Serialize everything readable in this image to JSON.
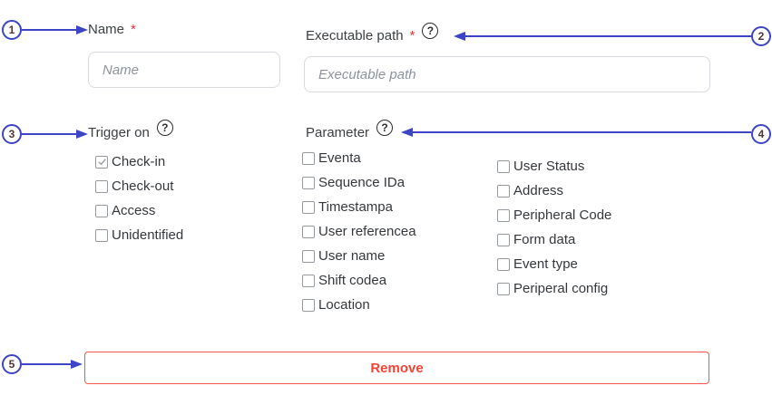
{
  "form": {
    "fields": [
      {
        "label": "Name",
        "required_marker": "*",
        "placeholder": "Name"
      },
      {
        "label": "Executable path",
        "required_marker": "*",
        "placeholder": "Executable path"
      }
    ],
    "trigger_on": {
      "label": "Trigger on",
      "options": [
        {
          "label": "Check-in",
          "checked": true
        },
        {
          "label": "Check-out",
          "checked": false
        },
        {
          "label": "Access",
          "checked": false
        },
        {
          "label": "Unidentified",
          "checked": false
        }
      ]
    },
    "parameter": {
      "label": "Parameter",
      "col1": [
        "Eventa",
        "Sequence IDa",
        "Timestampa",
        "User referencea",
        "User name",
        "Shift codea",
        "Location"
      ],
      "col2": [
        "User Status",
        "Address",
        "Peripheral Code",
        "Form data",
        "Event type",
        "Periperal config"
      ]
    },
    "remove_button": "Remove"
  },
  "annotations": [
    "1",
    "2",
    "3",
    "4",
    "5"
  ],
  "icons": {
    "help": "?",
    "checkmark": "check"
  },
  "colors": {
    "annotation_blue": "#3c45c5",
    "required_red": "#e53935",
    "button_red": "#f44336",
    "input_border": "#d7dbdf",
    "checkbox_border": "#949a9f",
    "text": "#3c4043"
  }
}
